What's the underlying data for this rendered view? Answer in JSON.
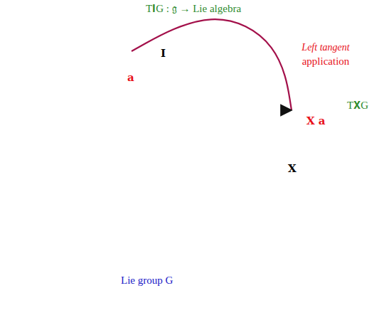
{
  "diagram": {
    "nodes": [
      {
        "text": [
          "Lie group G"
        ]
      },
      {
        "text": [
          "T𝐈G : 𝔤 → Lie algebra",
          "I",
          "a"
        ],
        "in": 0
      },
      {
        "text": [
          "T𝐗G",
          "X a",
          "X"
        ],
        "in": 0
      }
    ],
    "edges": [
      {
        "from": 1,
        "to": 2,
        "arrow": "to",
        "label": "Left tangent application"
      }
    ]
  }
}
